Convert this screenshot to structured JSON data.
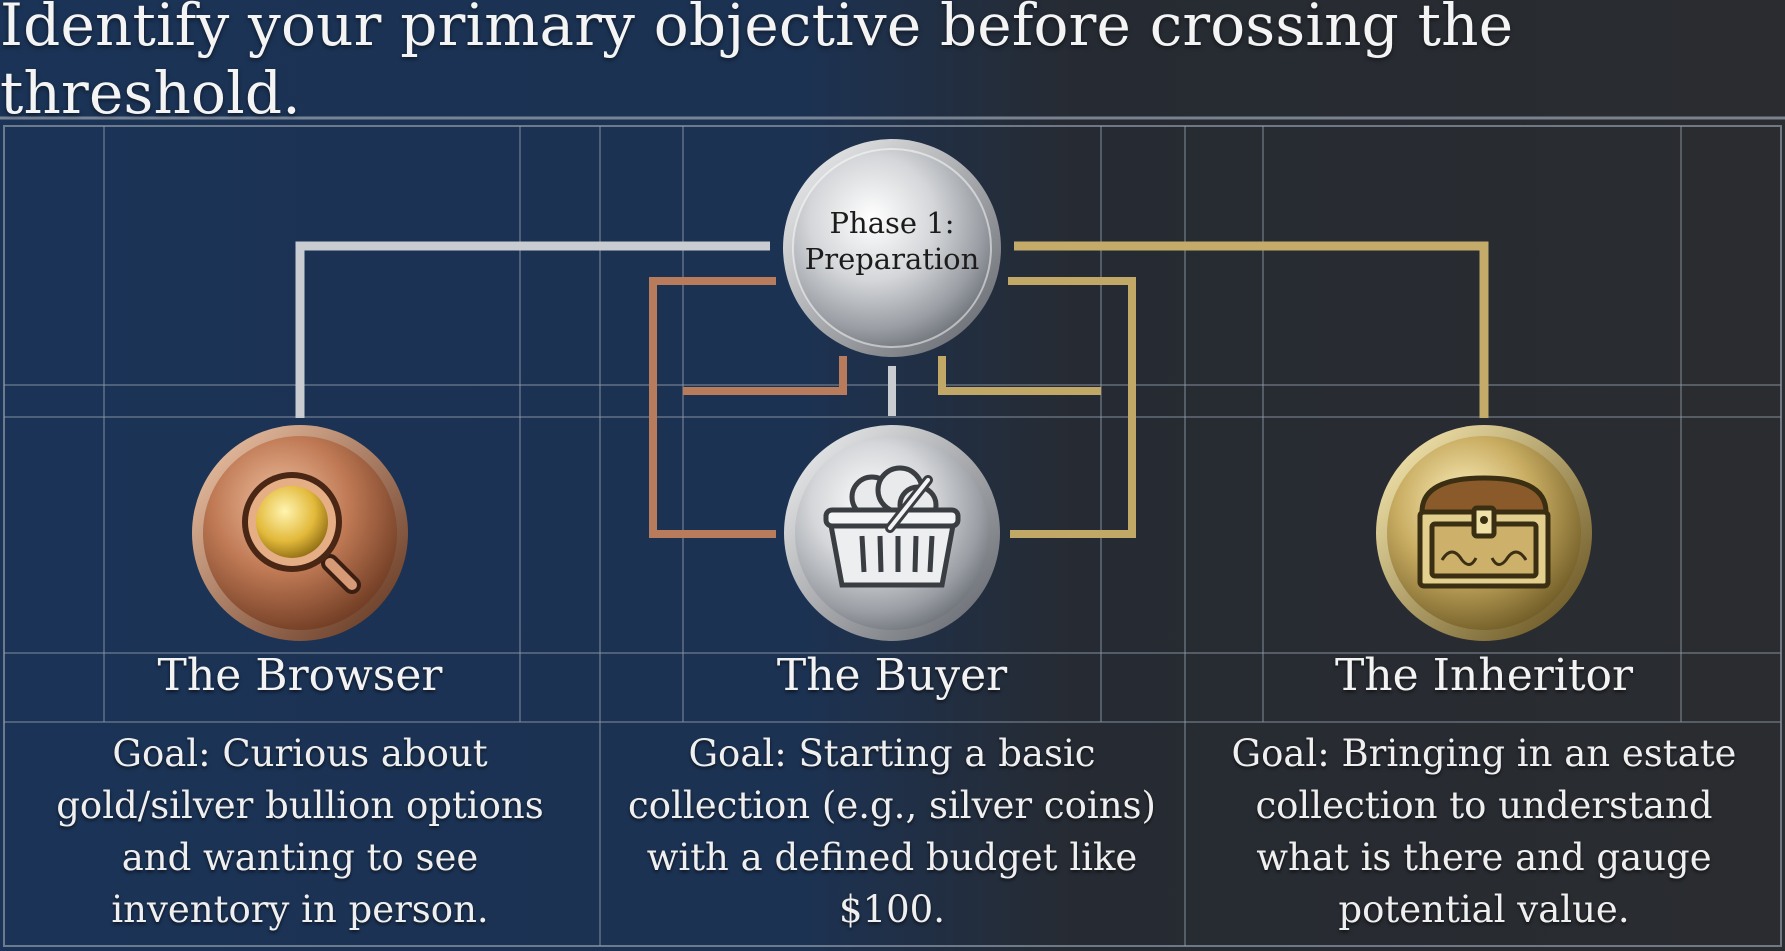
{
  "title": "Identify your primary objective before crossing the threshold.",
  "hub": {
    "line1": "Phase 1:",
    "line2": "Preparation",
    "icon": "silver-medallion"
  },
  "personas": [
    {
      "name": "The Browser",
      "goal": [
        "Goal: Curious about",
        "gold/silver bullion options",
        "and wanting to see",
        "inventory in person."
      ],
      "icon": "magnifying-glass-icon",
      "metal": "bronze"
    },
    {
      "name": "The Buyer",
      "goal": [
        "Goal: Starting a basic",
        "collection (e.g., silver coins)",
        "with a defined budget like",
        "$100."
      ],
      "icon": "basket-icon",
      "metal": "silver"
    },
    {
      "name": "The Inheritor",
      "goal": [
        "Goal: Bringing in an estate",
        "collection to understand",
        "what is there and gauge",
        "potential value."
      ],
      "icon": "treasure-chest-icon",
      "metal": "gold"
    }
  ],
  "colors": {
    "bronze": "#c07a55",
    "silver": "#d8dadc",
    "gold": "#c9b06a",
    "grid": "#8f98a6"
  }
}
